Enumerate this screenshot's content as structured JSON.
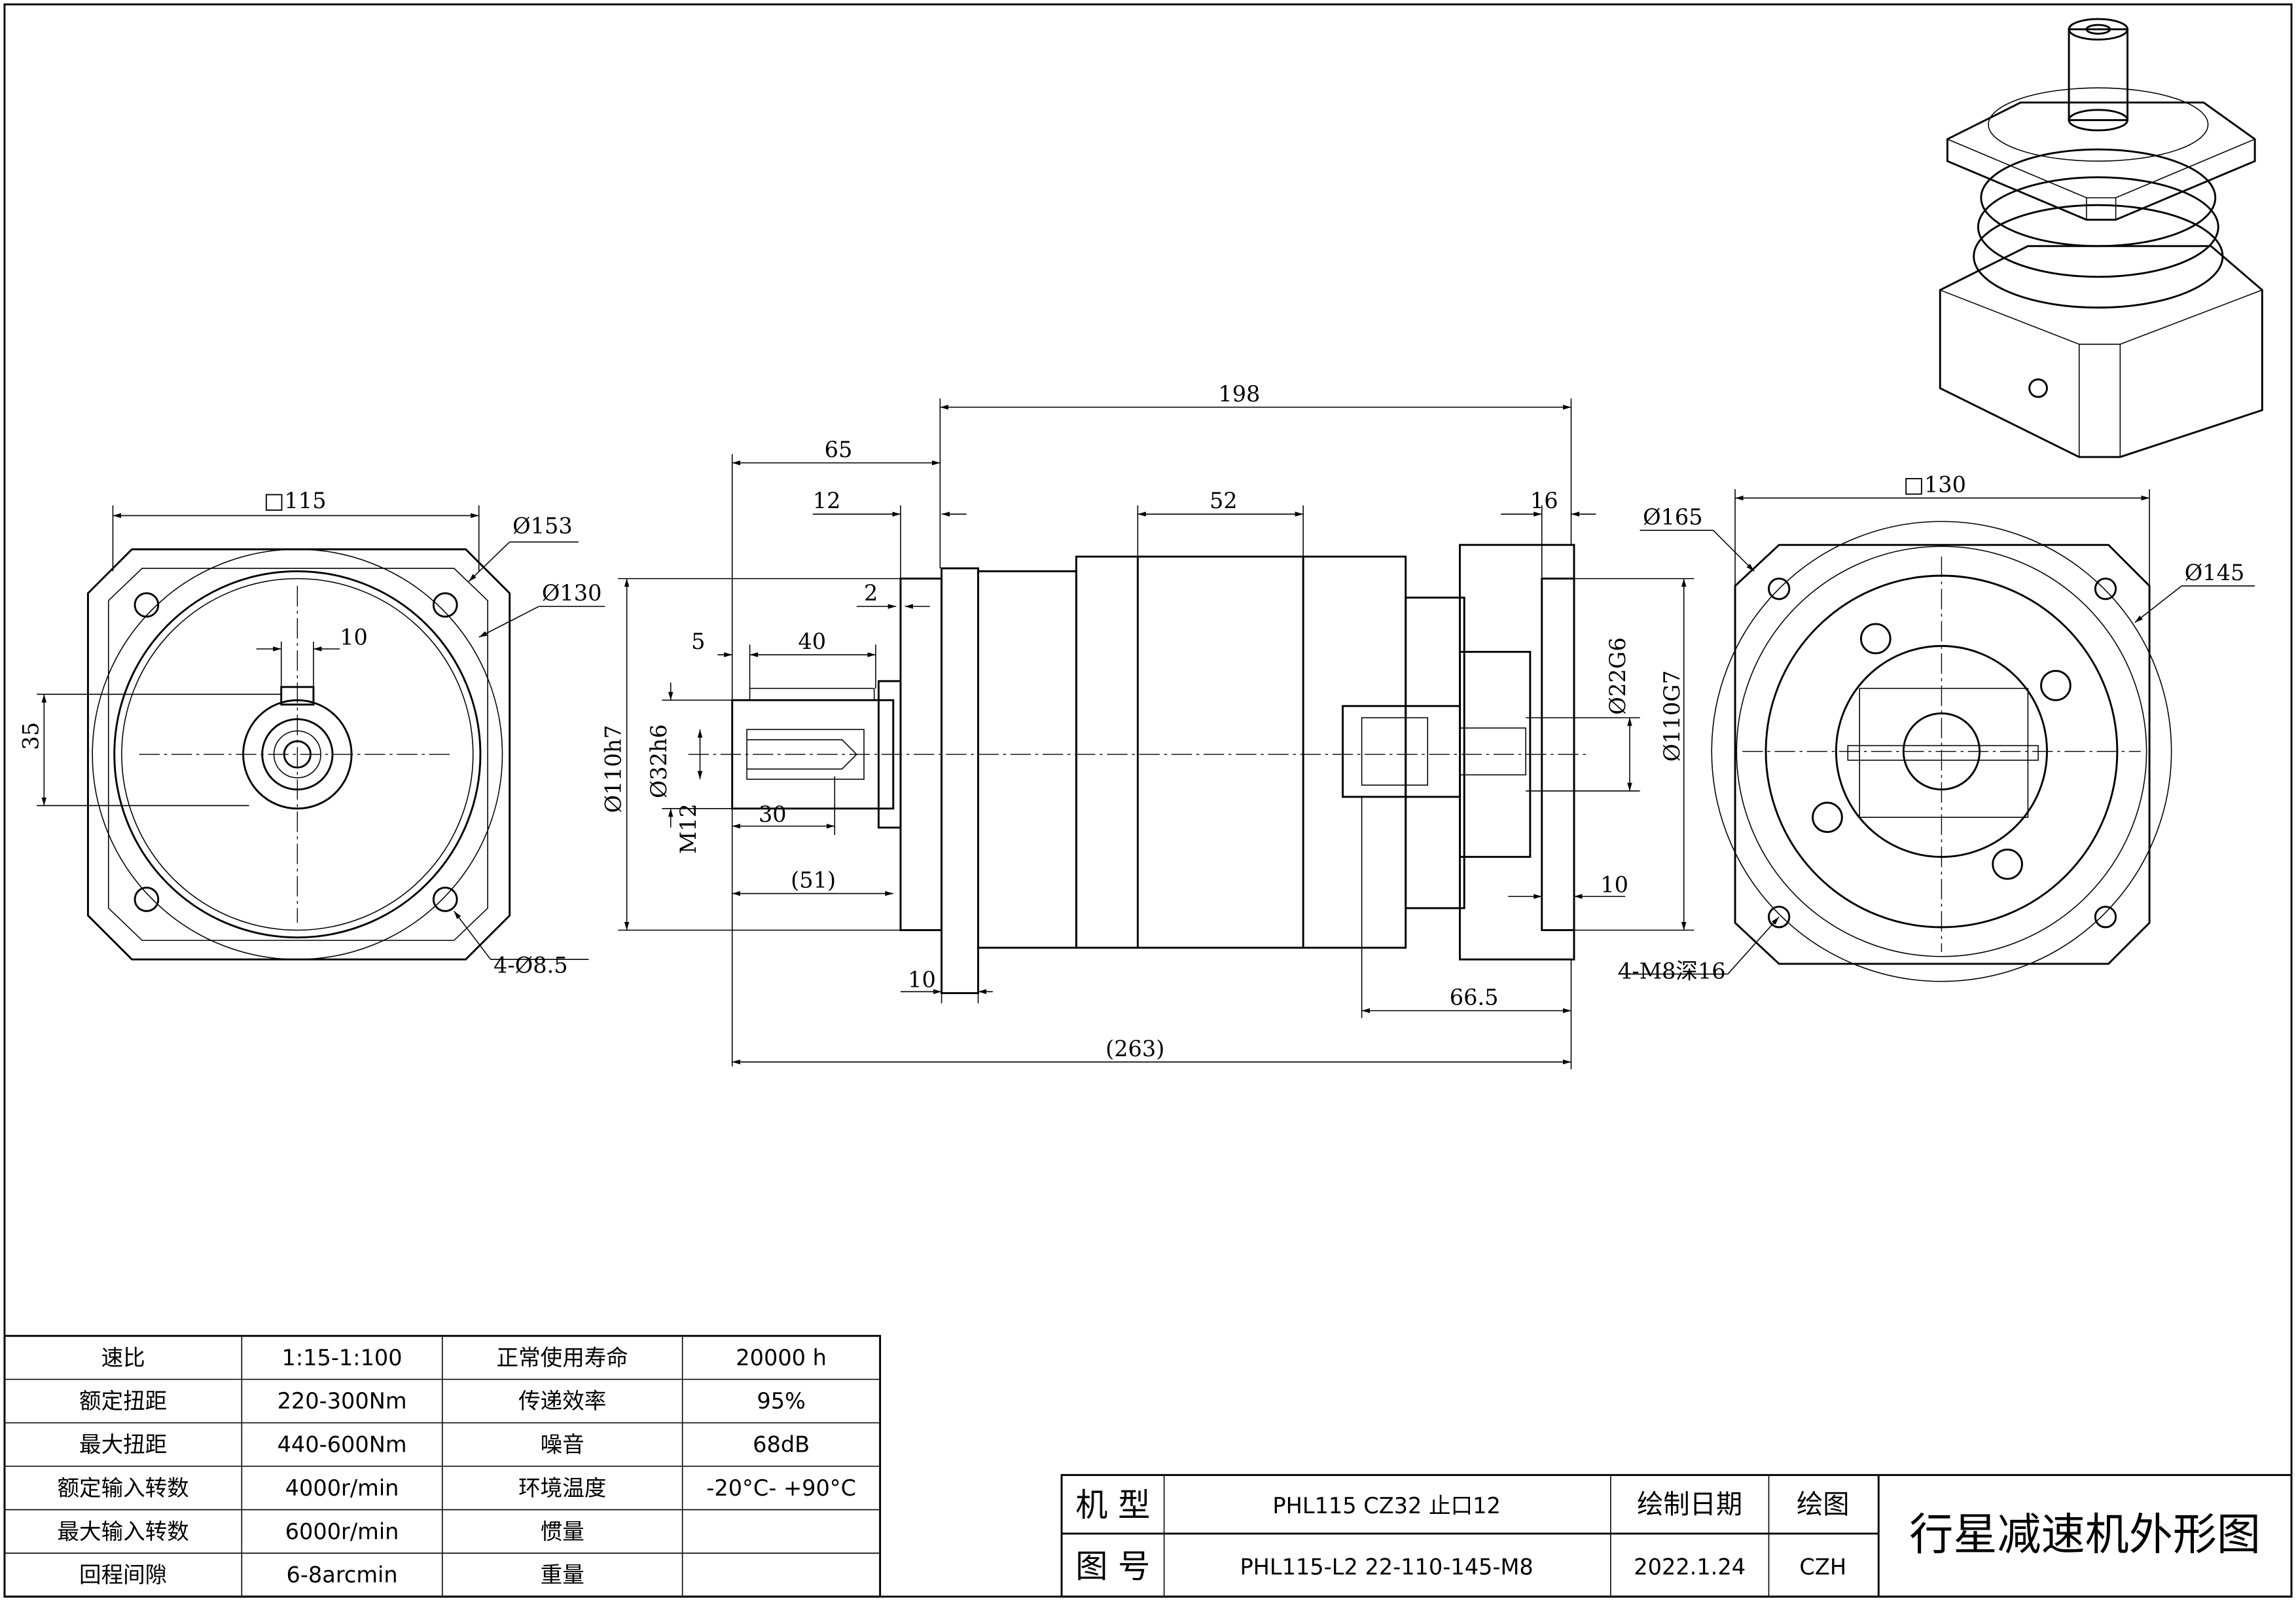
{
  "dims_left": {
    "square": "□115",
    "d153": "Ø153",
    "d130": "Ø130",
    "key": "10",
    "height35": "35",
    "holes": "4-Ø8.5"
  },
  "dims_side": {
    "d198": "198",
    "d65": "65",
    "d12": "12",
    "d52": "52",
    "d16": "16",
    "d2": "2",
    "d5": "5",
    "d40": "40",
    "d30": "30",
    "d51": "(51)",
    "d10a": "10",
    "d263": "(263)",
    "d665": "66.5",
    "d10b": "10",
    "spigot": "Ø110h7",
    "shaft": "Ø32h6",
    "thread": "M12",
    "bore": "Ø22G6",
    "spigot_out": "Ø110G7"
  },
  "dims_right": {
    "square": "□130",
    "d165": "Ø165",
    "d145": "Ø145",
    "holes": "4-M8深16"
  },
  "spec_table": [
    [
      "速比",
      "1:15-1:100",
      "正常使用寿命",
      "20000 h"
    ],
    [
      "额定扭距",
      "220-300Nm",
      "传递效率",
      "95%"
    ],
    [
      "最大扭距",
      "440-600Nm",
      "噪音",
      "68dB"
    ],
    [
      "额定输入转数",
      "4000r/min",
      "环境温度",
      "-20°C- +90°C"
    ],
    [
      "最大输入转数",
      "6000r/min",
      "惯量",
      ""
    ],
    [
      "回程间隙",
      "6-8arcmin",
      "重量",
      ""
    ]
  ],
  "title_block": {
    "model_label": "机 型",
    "model_value": "PHL115 CZ32 止口12",
    "drawing_no_label": "图 号",
    "drawing_no_value": "PHL115-L2 22-110-145-M8",
    "date_label": "绘制日期",
    "date_value": "2022.1.24",
    "drawer_label": "绘图",
    "drawer_value": "CZH",
    "title": "行星减速机外形图"
  }
}
